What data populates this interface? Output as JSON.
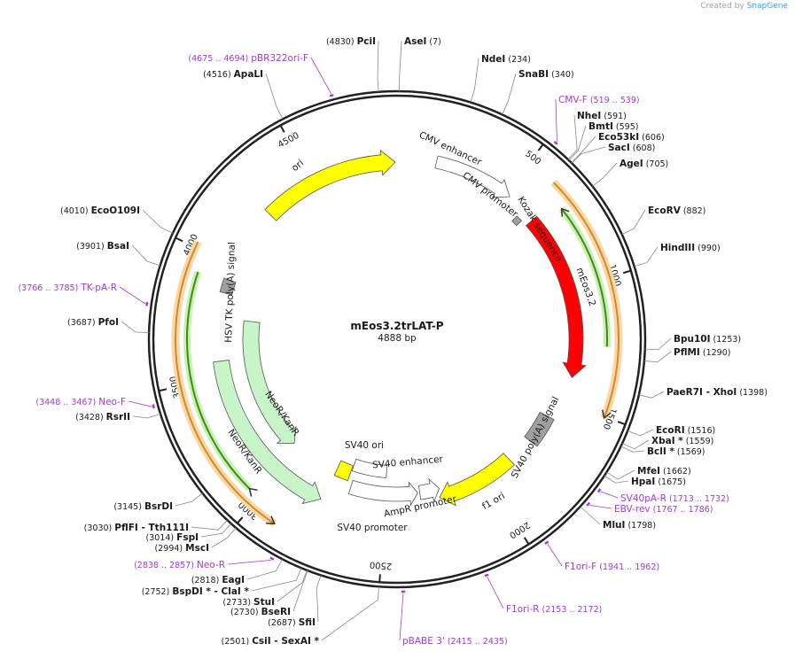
{
  "brand": {
    "created_by": "Created by",
    "app": "SnapGene"
  },
  "plasmid": {
    "name": "mEos3.2trLAT-P",
    "size_label": "4888 bp",
    "length": 4888
  },
  "ticks": [
    {
      "bp": 500,
      "label": "500"
    },
    {
      "bp": 1000,
      "label": "1000"
    },
    {
      "bp": 1500,
      "label": "1500"
    },
    {
      "bp": 2000,
      "label": "2000"
    },
    {
      "bp": 2500,
      "label": "2500"
    },
    {
      "bp": 3000,
      "label": "3000"
    },
    {
      "bp": 3500,
      "label": "3500"
    },
    {
      "bp": 4000,
      "label": "4000"
    },
    {
      "bp": 4500,
      "label": "4500"
    }
  ],
  "enzymes": [
    {
      "name": "AseI",
      "pos": "(7)"
    },
    {
      "name": "PciI",
      "pos": "(4830)"
    },
    {
      "name": "NdeI",
      "pos": "(234)"
    },
    {
      "name": "SnaBI",
      "pos": "(340)"
    },
    {
      "name": "NheI",
      "pos": "(591)"
    },
    {
      "name": "BmtI",
      "pos": "(595)"
    },
    {
      "name": "Eco53kI",
      "pos": "(606)"
    },
    {
      "name": "SacI",
      "pos": "(608)"
    },
    {
      "name": "AgeI",
      "pos": "(705)"
    },
    {
      "name": "EcoRV",
      "pos": "(882)"
    },
    {
      "name": "HindIII",
      "pos": "(990)"
    },
    {
      "name": "Bpu10I",
      "pos": "(1253)"
    },
    {
      "name": "PflMI",
      "pos": "(1290)"
    },
    {
      "name": "PaeR7I",
      "sep": "- XhoI",
      "pos": "(1398)"
    },
    {
      "name": "EcoRI",
      "pos": "(1516)"
    },
    {
      "name": "XbaI *",
      "pos": "(1559)"
    },
    {
      "name": "BclI *",
      "pos": "(1569)"
    },
    {
      "name": "MfeI",
      "pos": "(1662)"
    },
    {
      "name": "HpaI",
      "pos": "(1675)"
    },
    {
      "name": "MluI",
      "pos": "(1798)"
    },
    {
      "name": "ApaLI",
      "pos": "(4516)"
    },
    {
      "name": "EcoO109I",
      "pos": "(4010)"
    },
    {
      "name": "BsaI",
      "pos": "(3901)"
    },
    {
      "name": "PfoI",
      "pos": "(3687)"
    },
    {
      "name": "RsrII",
      "pos": "(3428)"
    },
    {
      "name": "BsrDI",
      "pos": "(3145)"
    },
    {
      "name": "PflFI",
      "sep": "- Tth111I",
      "pos": "(3030)"
    },
    {
      "name": "FspI",
      "pos": "(3014)"
    },
    {
      "name": "MscI",
      "pos": "(2994)"
    },
    {
      "name": "EagI",
      "pos": "(2818)"
    },
    {
      "name": "BspDI *",
      "sep": "- ClaI *",
      "pos": "(2752)"
    },
    {
      "name": "StuI",
      "pos": "(2733)"
    },
    {
      "name": "BseRI",
      "pos": "(2730)"
    },
    {
      "name": "SfiI",
      "pos": "(2687)"
    },
    {
      "name": "CsiI",
      "sep": "- SexAI *",
      "pos": "(2501)"
    }
  ],
  "primers": [
    {
      "name": "pBR322ori-F",
      "range": "(4675 .. 4694)"
    },
    {
      "name": "CMV-F",
      "range": "(519 .. 539)"
    },
    {
      "name": "SV40pA-R",
      "range": "(1713 .. 1732)"
    },
    {
      "name": "EBV-rev",
      "range": "(1767 .. 1786)"
    },
    {
      "name": "F1ori-F",
      "range": "(1941 .. 1962)"
    },
    {
      "name": "F1ori-R",
      "range": "(2153 .. 2172)"
    },
    {
      "name": "pBABE 3'",
      "range": "(2415 .. 2435)"
    },
    {
      "name": "Neo-R",
      "range": "(2838 .. 2857)"
    },
    {
      "name": "Neo-F",
      "range": "(3448 .. 3467)"
    },
    {
      "name": "TK-pA-R",
      "range": "(3766 .. 3785)"
    }
  ],
  "features": [
    {
      "name": "CMV enhancer",
      "color": "#ffffff"
    },
    {
      "name": "CMV promoter",
      "color": "#ffffff"
    },
    {
      "name": "Kozak sequence",
      "color": "#a0a0a0"
    },
    {
      "name": "mEos3.2",
      "color": "#ff0000"
    },
    {
      "name": "SV40 poly(A) signal",
      "color": "#a0a0a0"
    },
    {
      "name": "f1 ori",
      "color": "#ffff00"
    },
    {
      "name": "AmpR promoter",
      "color": "#ffffff"
    },
    {
      "name": "SV40 promoter",
      "color": "#ffffff"
    },
    {
      "name": "SV40 ori",
      "color": "#ffff00"
    },
    {
      "name": "SV40 enhancer",
      "color": "#ffffff"
    },
    {
      "name": "NeoR/KanR",
      "color": "#c8f5c8"
    },
    {
      "name": "HSV TK poly(A) signal",
      "color": "#a0a0a0"
    },
    {
      "name": "ori",
      "color": "#ffff00"
    }
  ],
  "colors": {
    "primer": "#a23bd6",
    "orf": "#f0b866",
    "orf_inner": "#4a9a1a"
  }
}
